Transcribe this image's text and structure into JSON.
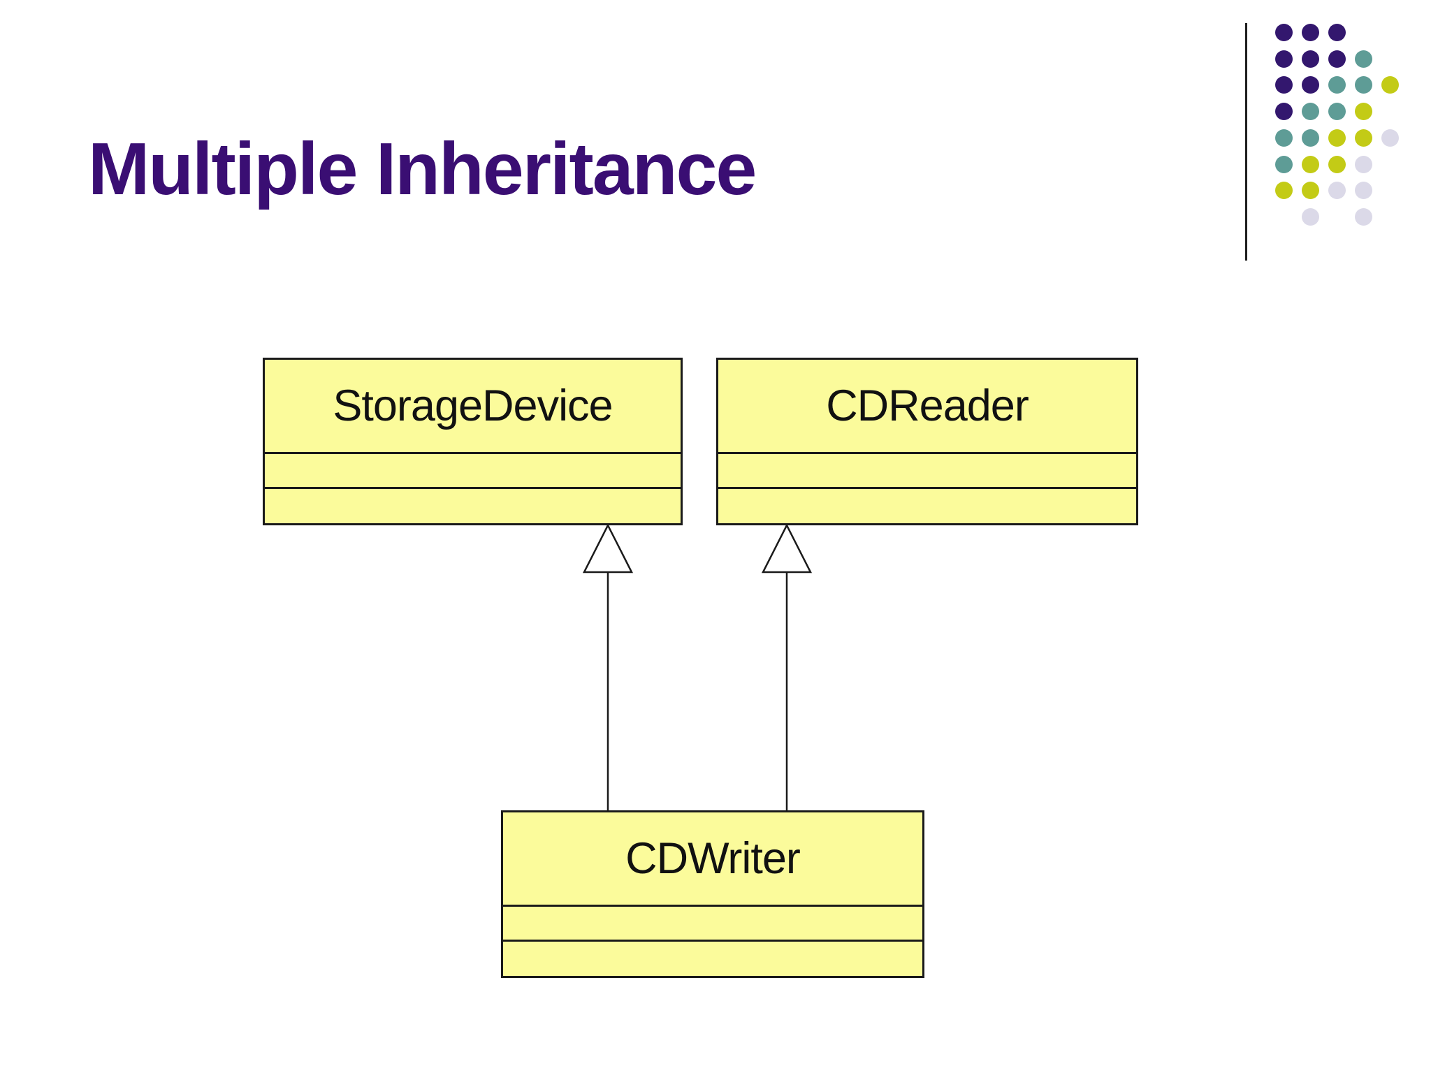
{
  "slide": {
    "title": "Multiple Inheritance"
  },
  "colors": {
    "slide_bg": "#ffffff",
    "title_text": "#3a0e73",
    "class_fill": "#fbfb9b",
    "class_border": "#1a1a1a",
    "label_text": "#111111",
    "connector": "#1a1a1a",
    "rule_line": "#1f1f1f"
  },
  "diagram": {
    "type": "uml-class-diagram",
    "classes": [
      {
        "name": "StorageDevice",
        "attributes": [],
        "operations": []
      },
      {
        "name": "CDReader",
        "attributes": [],
        "operations": []
      },
      {
        "name": "CDWriter",
        "attributes": [],
        "operations": []
      }
    ],
    "relations": [
      {
        "type": "generalization",
        "from": "CDWriter",
        "to": "StorageDevice"
      },
      {
        "type": "generalization",
        "from": "CDWriter",
        "to": "CDReader"
      }
    ]
  },
  "decor": {
    "dot_colors": {
      "P": "#33176e",
      "T": "#5e9c96",
      "Y": "#c3cb16",
      "L": "#dbd9e8"
    },
    "dot_grid": [
      "PPP..",
      "PPPT.",
      "PPTTY",
      "PTTY.",
      "TTYYL",
      "TYYL.",
      "YYLL.",
      ".L.L."
    ]
  }
}
